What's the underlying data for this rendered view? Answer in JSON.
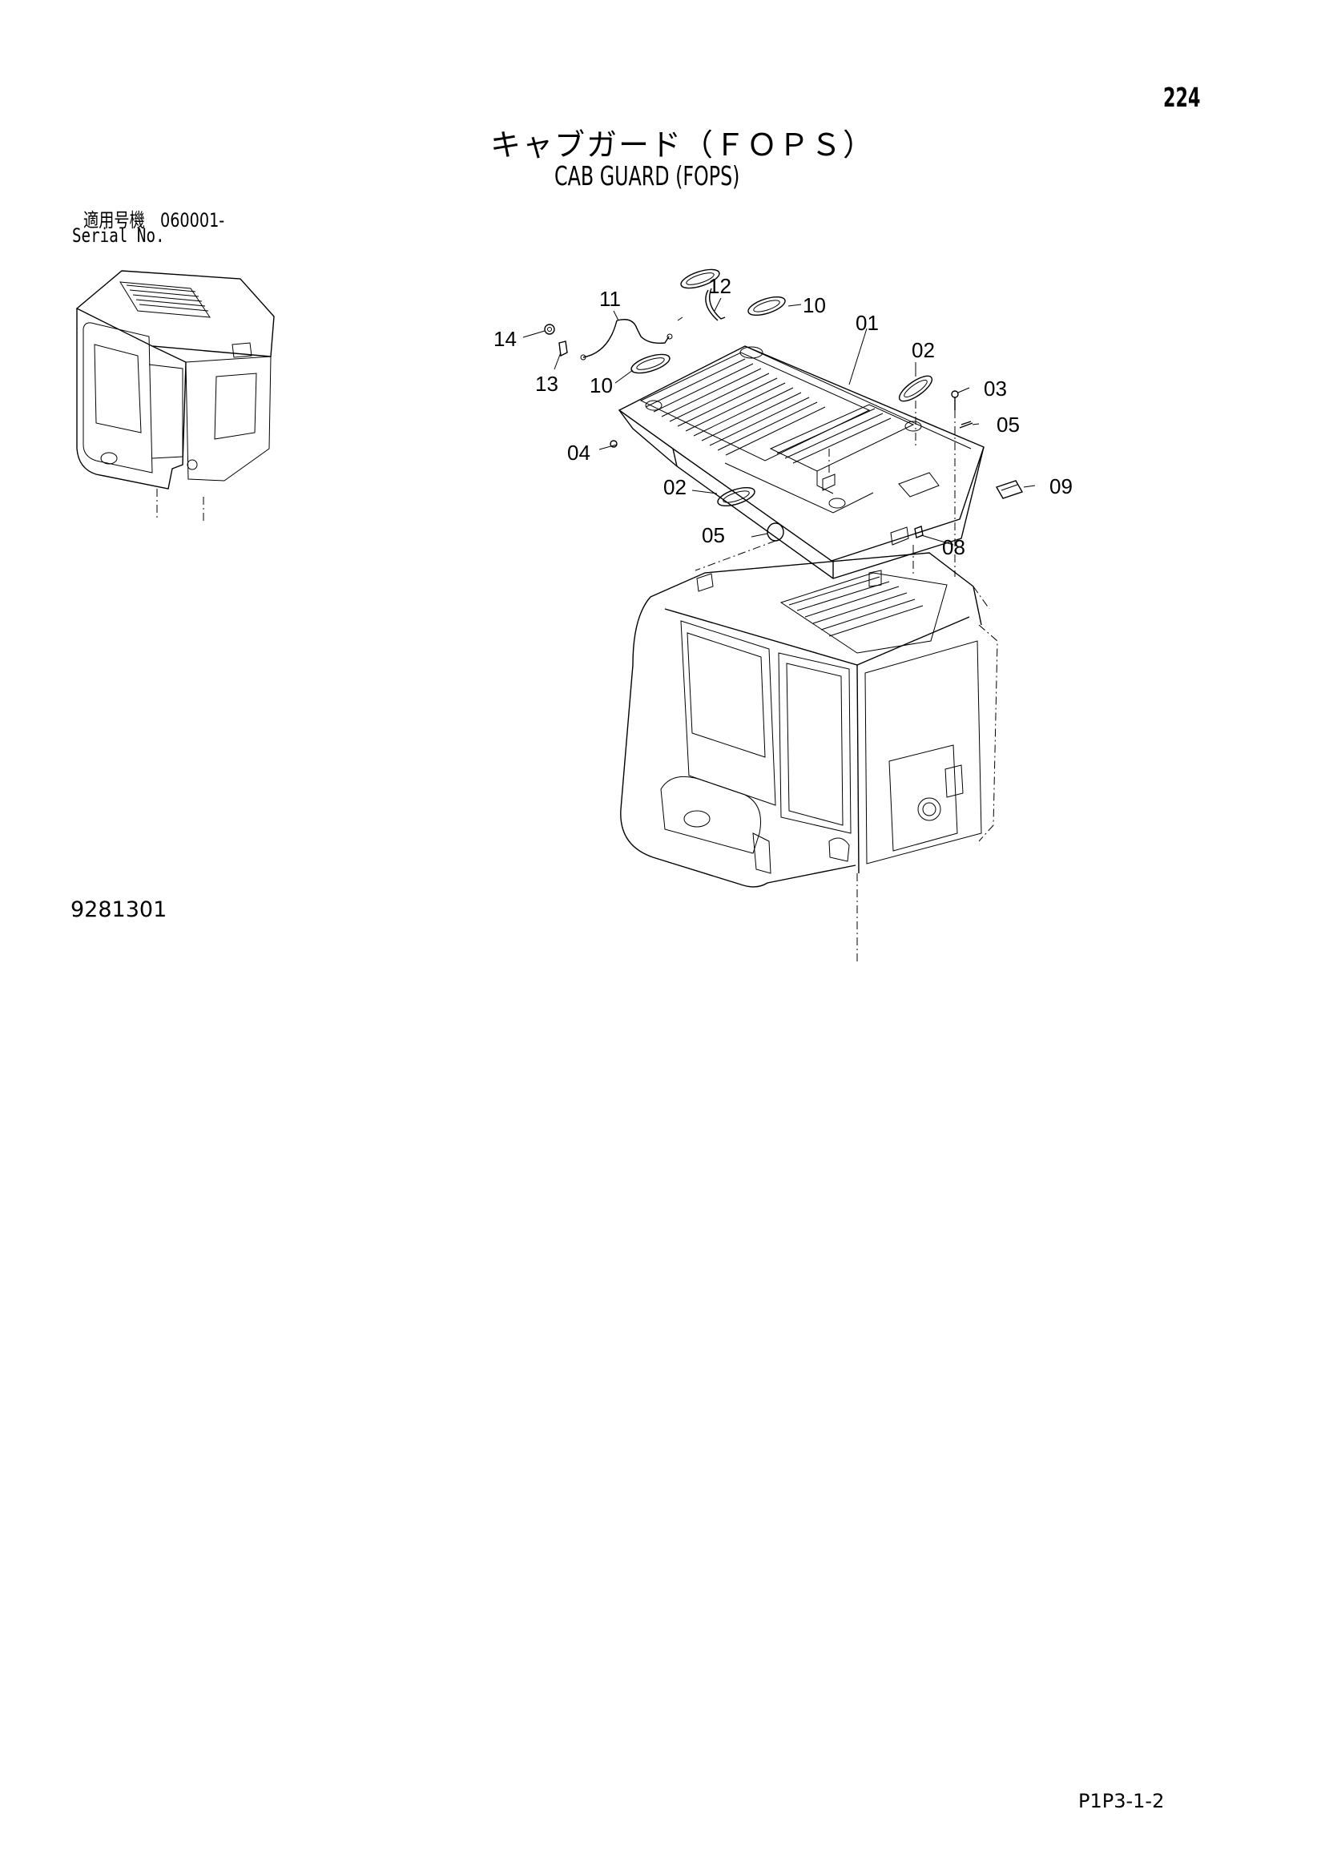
{
  "header": {
    "page_number": "224",
    "title_jp": "キャブガード（ＦＯＰＳ）",
    "title_en": "CAB GUARD (FOPS)"
  },
  "serial": {
    "label_jp": "適用号機　060001-",
    "label_en": "Serial No."
  },
  "diagram": {
    "callouts": [
      "14",
      "13",
      "11",
      "12",
      "10",
      "10",
      "01",
      "02",
      "03",
      "05",
      "04",
      "02",
      "05",
      "09",
      "08"
    ]
  },
  "footer": {
    "drawing_number": "9281301",
    "page_code": "P1P3-1-2"
  }
}
